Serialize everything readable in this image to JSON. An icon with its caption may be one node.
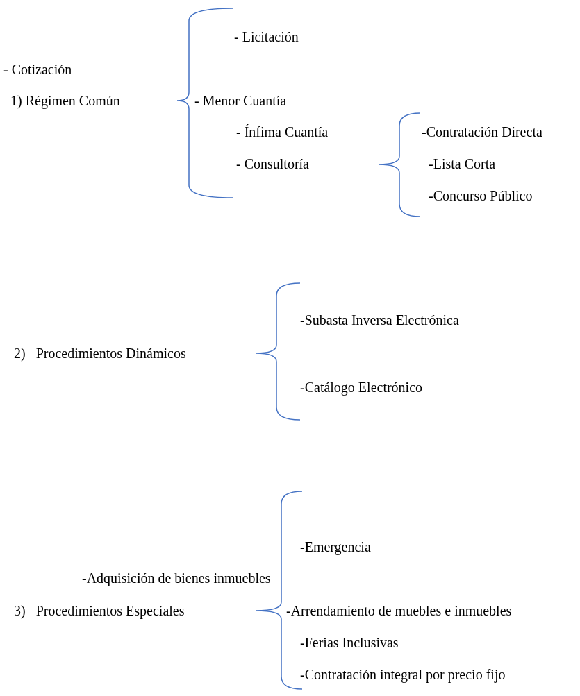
{
  "diagram": {
    "labels": [
      "- Licitación",
      "- Cotización",
      "1) Régimen Común",
      "- Menor Cuantía",
      "- Ínfima Cuantía",
      "-Contratación Directa",
      "- Consultoría",
      "-Lista Corta",
      "-Concurso Público",
      "-Subasta Inversa Electrónica",
      "2)   Procedimientos Dinámicos",
      "-Catálogo Electrónico",
      "-Emergencia",
      "-Adquisición de bienes inmuebles",
      "3)   Procedimientos Especiales",
      "-Arrendamiento de muebles e inmuebles",
      "-Ferias Inclusivas",
      "-Contratación integral por precio fijo"
    ]
  }
}
